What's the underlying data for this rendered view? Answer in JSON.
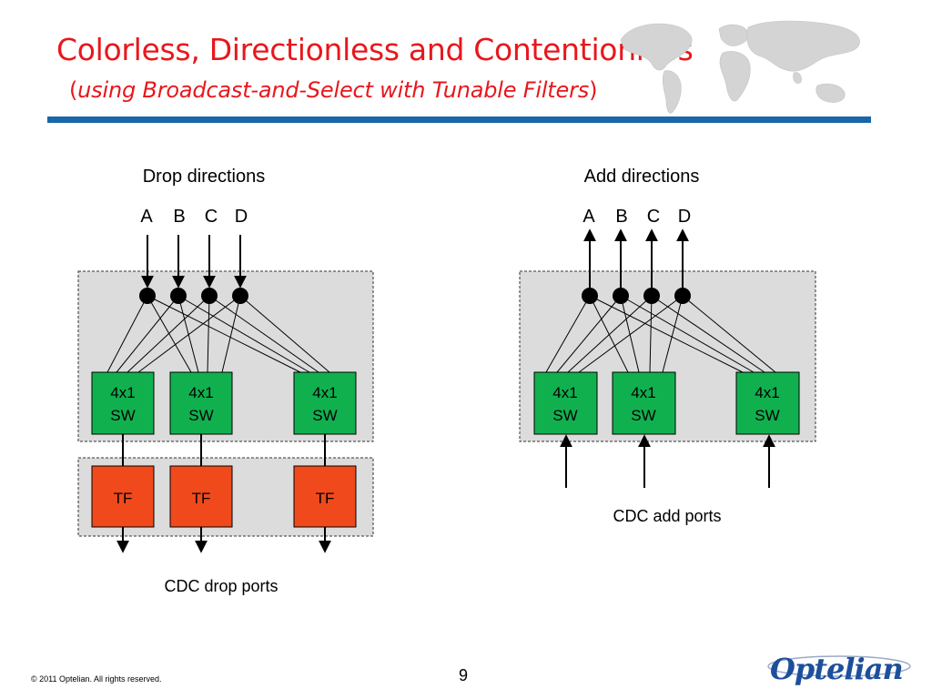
{
  "slide": {
    "title": "Colorless, Directionless and Contentionless",
    "subtitle_open": "(",
    "subtitle_italic": "using Broadcast-and-Select with Tunable Filters",
    "subtitle_close": ")",
    "page_number": "9",
    "copyright": "© 2011 Optelian. All rights reserved.",
    "logo_text": "Optelian"
  },
  "colors": {
    "title": "#e8171c",
    "rule": "#1a67a8",
    "switch_fill": "#11b04f",
    "filter_fill": "#f04a1c",
    "panel_fill": "#dcdcdc",
    "logo": "#1c4f9c"
  },
  "drop": {
    "heading": "Drop directions",
    "directions": [
      "A",
      "B",
      "C",
      "D"
    ],
    "switches": [
      {
        "line1": "4x1",
        "line2": "SW"
      },
      {
        "line1": "4x1",
        "line2": "SW"
      },
      {
        "line1": "4x1",
        "line2": "SW"
      }
    ],
    "filters": [
      "TF",
      "TF",
      "TF"
    ],
    "ports_label": "CDC drop ports"
  },
  "add": {
    "heading": "Add directions",
    "directions": [
      "A",
      "B",
      "C",
      "D"
    ],
    "switches": [
      {
        "line1": "4x1",
        "line2": "SW"
      },
      {
        "line1": "4x1",
        "line2": "SW"
      },
      {
        "line1": "4x1",
        "line2": "SW"
      }
    ],
    "ports_label": "CDC add ports"
  }
}
